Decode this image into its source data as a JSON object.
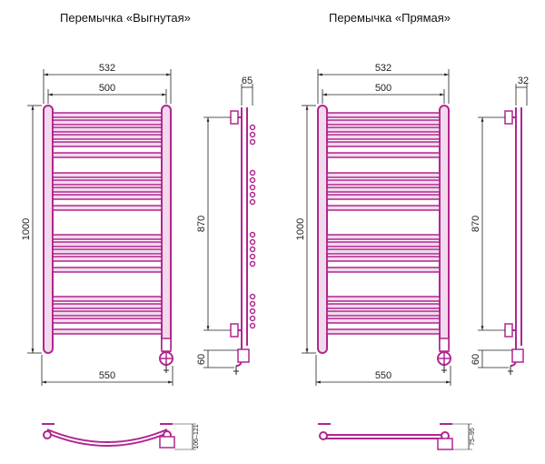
{
  "titles": {
    "curved": "Перемычка «Выгнутая»",
    "straight": "Перемычка «Прямая»"
  },
  "dims": {
    "width_outer": "532",
    "width_inner": "500",
    "height": "1000",
    "axis": "870",
    "bottom_width": "550",
    "outlet": "60",
    "depth_curved": "65",
    "depth_straight": "32",
    "bow_curved": "106–121",
    "bow_straight": "75–95"
  },
  "colors": {
    "pipe": "#b0268f",
    "pipe_light": "#f2d9ec",
    "line": "#222222"
  }
}
